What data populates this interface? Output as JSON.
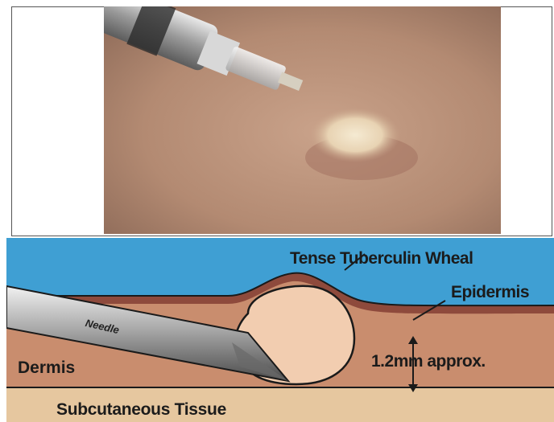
{
  "diagram": {
    "labels": {
      "wheal": "Tense Tuberculin Wheal",
      "epidermis": "Epidermis",
      "dermis": "Dermis",
      "needle": "Needle",
      "measurement": "1.2mm approx.",
      "subcutaneous": "Subcutaneous Tissue"
    }
  },
  "colors": {
    "sky": "#3f9fd3",
    "skin_surface": "#8e4a3c",
    "dermis": "#c98d6e",
    "subcutaneous": "#e6c79f",
    "wheal_fluid": "#f2cdb0",
    "needle_steel": "#8f8f8f"
  }
}
